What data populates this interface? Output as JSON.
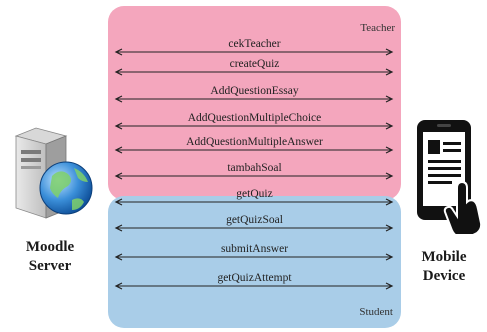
{
  "panels": {
    "teacher": {
      "label": "Teacher",
      "color": "#f4a6bd"
    },
    "student": {
      "label": "Student",
      "color": "#a9cde8"
    }
  },
  "teacher_messages": [
    {
      "label": "cekTeacher"
    },
    {
      "label": "createQuiz"
    },
    {
      "label": "AddQuestionEssay"
    },
    {
      "label": "AddQuestionMultipleChoice"
    },
    {
      "label": "AddQuestionMultipleAnswer"
    },
    {
      "label": "tambahSoal"
    }
  ],
  "student_messages": [
    {
      "label": "getQuiz"
    },
    {
      "label": "getQuizSoal"
    },
    {
      "label": "submitAnswer"
    },
    {
      "label": "getQuizAttempt"
    }
  ],
  "endpoints": {
    "server": {
      "line1": "Moodle",
      "line2": "Server",
      "icon": "server-globe-icon"
    },
    "device": {
      "line1": "Mobile",
      "line2": "Device",
      "icon": "mobile-touch-icon"
    }
  }
}
